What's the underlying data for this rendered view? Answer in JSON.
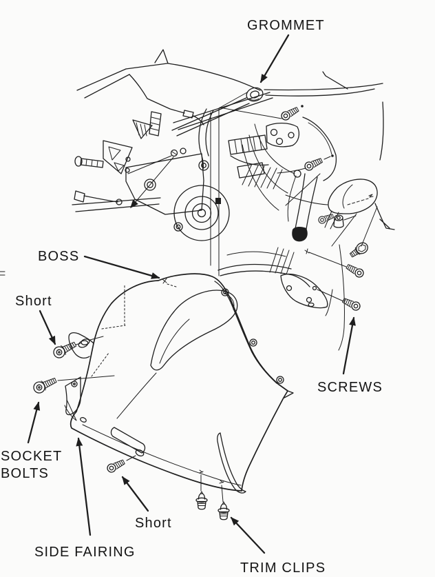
{
  "figure": {
    "type": "exploded-parts-diagram",
    "subject": "Motorcycle side fairing removal line drawing",
    "paper_color": "#fbfbfa",
    "ink_color": "#1e1e1e"
  },
  "labels": {
    "grommet": {
      "text": "GROMMET"
    },
    "boss": {
      "text": "BOSS"
    },
    "short_upper": {
      "text": "Short"
    },
    "socket_bolts": {
      "line1": "SOCKET",
      "line2": "BOLTS"
    },
    "side_fairing": {
      "text": "SIDE FAIRING"
    },
    "short_lower": {
      "text": "Short"
    },
    "trim_clips": {
      "text": "TRIM CLIPS"
    },
    "screws": {
      "text": "SCREWS"
    }
  },
  "parts": {
    "grommet_icon": "rubber-grommet-ring",
    "screw_icon": "pan-head-screw",
    "socket_bolt_icon": "allen-socket-bolt",
    "hex_socket_bolt_icon": "flanged-socket-bolt",
    "trim_clip_icon": "push-rivet-trim-clip",
    "well_nut_icon": "well-nut",
    "fairing": "side-fairing-panel",
    "machine": "motorcycle-frame-and-engine"
  }
}
